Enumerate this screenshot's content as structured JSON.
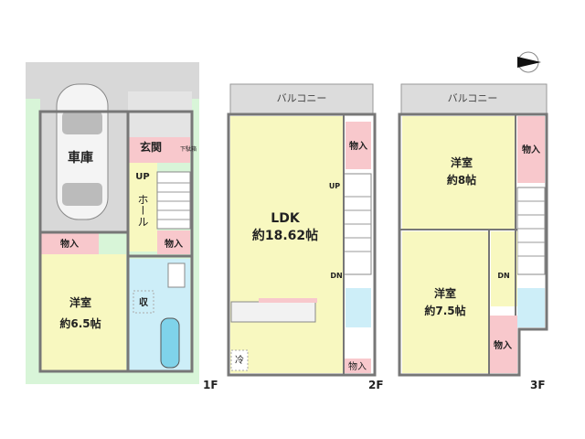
{
  "colors": {
    "room": "#f8f8c0",
    "storage": "#f8c8cc",
    "wet": "#cdeef8",
    "garage": "#d8d8d8",
    "garden": "#d8f5d8",
    "wall": "#777777"
  },
  "floors": [
    {
      "label": "1F",
      "rooms": {
        "garage": "車庫",
        "entrance": "玄関",
        "shoe_box": "下駄箱",
        "up": "UP",
        "hall": "ホール",
        "storage_left": "物入",
        "storage_right": "物入",
        "bedroom_name": "洋室",
        "bedroom_size": "約6.5帖",
        "closet": "収"
      }
    },
    {
      "label": "2F",
      "rooms": {
        "balcony": "バルコニー",
        "ldk_name": "LDK",
        "ldk_size": "約18.62帖",
        "storage_top": "物入",
        "storage_bottom": "物入",
        "up": "UP",
        "dn": "DN",
        "fridge": "冷"
      }
    },
    {
      "label": "3F",
      "rooms": {
        "balcony": "バルコニー",
        "bedroom1_name": "洋室",
        "bedroom1_size": "約8帖",
        "bedroom2_name": "洋室",
        "bedroom2_size": "約7.5帖",
        "storage_top": "物入",
        "storage_bottom": "物入",
        "dn": "DN"
      }
    }
  ],
  "compass": "north-arrow-icon"
}
